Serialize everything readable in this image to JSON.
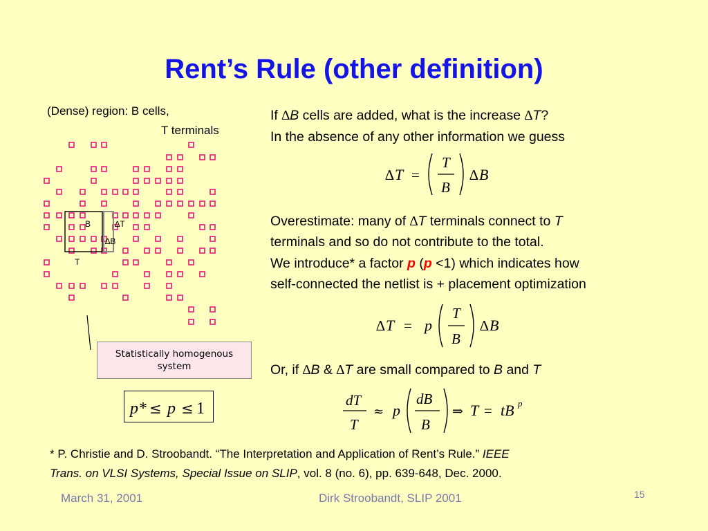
{
  "slide": {
    "title": "Rent’s Rule (other definition)",
    "left_label_1": "(Dense) region: B cells,",
    "left_label_2": "T terminals",
    "grid_label_B": "B",
    "grid_label_dT": "∆T",
    "grid_label_dB": "∆B",
    "grid_label_T": "T",
    "homogenous_1": "Statistically homogenous",
    "homogenous_2": "system",
    "right": {
      "q_if": "If ",
      "q_delta": "∆",
      "q_B": "B",
      "q_mid": " cells are added, what is the increase ",
      "q_delta2": "∆",
      "q_T": "T",
      "q_end": "?",
      "line2": "In the absence of any other information we guess",
      "over_1a": "Overestimate: many of ",
      "over_delta": "∆",
      "over_T": "T",
      "over_1b": " terminals connect to ",
      "over_T2": "T",
      "over_2": "terminals and so do not contribute to the total.",
      "intro_a": "We introduce* a factor ",
      "intro_p": "p",
      "intro_b": " (",
      "intro_p2": "p",
      "intro_c": " <1) which indicates how",
      "intro_2": "self-connected the netlist is + placement optimization",
      "or_a": "Or, if ",
      "or_delta1": "∆",
      "or_B": "B",
      "or_amp": " & ",
      "or_delta2": "∆",
      "or_T": "T",
      "or_mid": " are small compared to ",
      "or_B2": "B",
      "or_and": " and ",
      "or_T2": "T"
    },
    "footnote_1a": "* P. Christie and D. Stroobandt. “The Interpretation and Application of Rent’s Rule.” ",
    "footnote_1b": "IEEE",
    "footnote_2a": "Trans. on VLSI Systems, Special Issue on SLIP",
    "footnote_2b": ", vol. 8 (no. 6), pp. 639-648, Dec. 2000.",
    "footer_date": "March 31, 2001",
    "footer_author": "Dirk Stroobandt, SLIP 2001",
    "page_number": "15"
  },
  "colors": {
    "background": "#FFFFC2",
    "title": "#1414E6",
    "cell": "#E4187A",
    "highlight": "#FF0000",
    "footer": "#7777AA"
  }
}
